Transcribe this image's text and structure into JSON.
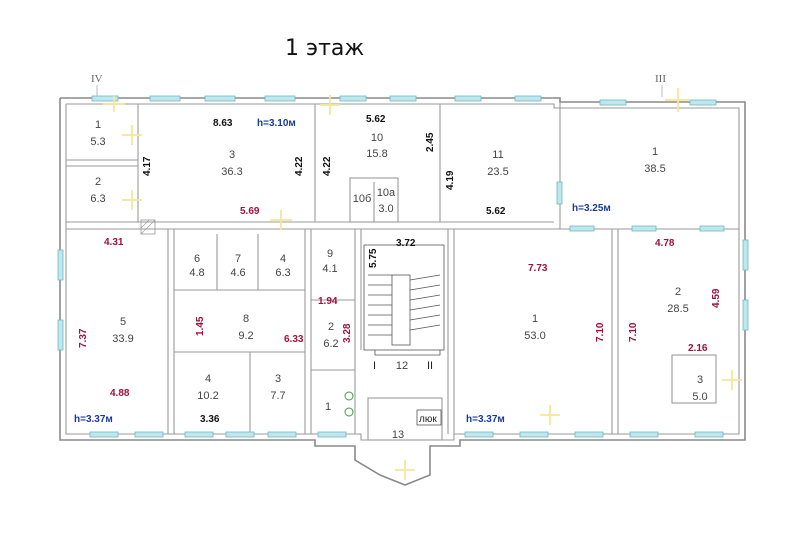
{
  "title": "1 этаж",
  "axes": [
    "IV",
    "III"
  ],
  "rooms": [
    {
      "id": "r1w",
      "num": "1",
      "area": "5.3"
    },
    {
      "id": "r2w",
      "num": "2",
      "area": "6.3"
    },
    {
      "id": "r3",
      "num": "3",
      "area": "36.3"
    },
    {
      "id": "r10",
      "num": "10",
      "area": "15.8"
    },
    {
      "id": "r11",
      "num": "11",
      "area": "23.5"
    },
    {
      "id": "r1ne",
      "num": "1",
      "area": "38.5"
    },
    {
      "id": "r10b",
      "num": "10б",
      "area": ""
    },
    {
      "id": "r10a",
      "num": "10а",
      "area": "3.0"
    },
    {
      "id": "r6",
      "num": "6",
      "area": "4.8"
    },
    {
      "id": "r7",
      "num": "7",
      "area": "4.6"
    },
    {
      "id": "r4u",
      "num": "4",
      "area": "6.3"
    },
    {
      "id": "r9",
      "num": "9",
      "area": "4.1"
    },
    {
      "id": "r5",
      "num": "5",
      "area": "33.9"
    },
    {
      "id": "r8",
      "num": "8",
      "area": "9.2"
    },
    {
      "id": "r2c",
      "num": "2",
      "area": "6.2"
    },
    {
      "id": "r1c",
      "num": "1",
      "area": "53.0"
    },
    {
      "id": "r2e",
      "num": "2",
      "area": "28.5"
    },
    {
      "id": "r4l",
      "num": "4",
      "area": "10.2"
    },
    {
      "id": "r3l",
      "num": "3",
      "area": "7.7"
    },
    {
      "id": "r1s",
      "num": "1",
      "area": ""
    },
    {
      "id": "r12",
      "num": "12",
      "area": ""
    },
    {
      "id": "r13",
      "num": "13",
      "area": ""
    },
    {
      "id": "r3e",
      "num": "3",
      "area": "5.0"
    }
  ],
  "dimensions": {
    "d_863": "8.63",
    "d_562_top": "5.62",
    "d_417": "4.17",
    "d_422_a": "4.22",
    "d_422_b": "4.22",
    "d_245": "2.45",
    "d_419": "4.19",
    "d_569": "5.69",
    "d_562_bottom": "5.62",
    "d_431": "4.31",
    "d_575": "5.75",
    "d_372": "3.72",
    "d_773": "7.73",
    "d_478": "4.78",
    "d_194": "1.94",
    "d_459": "4.59",
    "d_737": "7.37",
    "d_145": "1.45",
    "d_633": "6.33",
    "d_328": "3.28",
    "d_710_a": "7.10",
    "d_710_b": "7.10",
    "d_216": "2.16",
    "d_488": "4.88",
    "d_336": "3.36"
  },
  "heights": {
    "h_top": "h=3.10м",
    "h_ne": "h=3.25м",
    "h_sw": "h=3.37м",
    "h_c": "h=3.37м"
  },
  "labels": {
    "stair_left": "I",
    "stair_right": "II",
    "hatch": "люк"
  }
}
